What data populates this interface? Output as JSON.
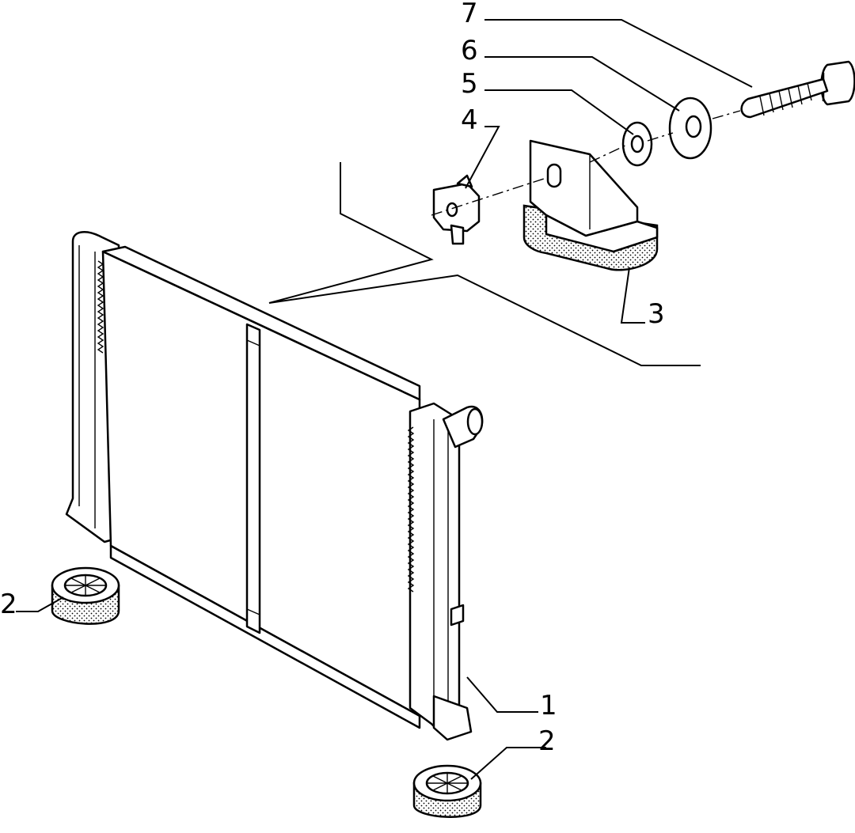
{
  "callouts": {
    "c1": "1",
    "c2a": "2",
    "c2b": "2",
    "c3": "3",
    "c4": "4",
    "c5": "5",
    "c6": "6",
    "c7": "7"
  },
  "icons": {
    "radiator": "radiator-icon",
    "rubber_mount": "rubber-mount-icon",
    "bracket": "mounting-bracket-icon",
    "clip": "speed-nut-clip-icon",
    "washer": "washer-icon",
    "bolt": "bolt-icon"
  }
}
